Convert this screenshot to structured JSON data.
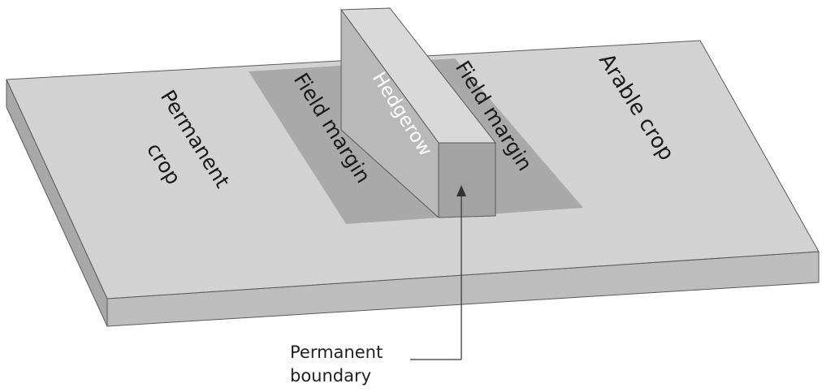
{
  "labels": {
    "permanent_crop_line1": "Perma­nent",
    "permanent_crop_line2": "crop",
    "field_margin_left": "Field margin",
    "hedgerow": "Hedgerow",
    "field_margin_right": "Field margin",
    "arable_crop": "Arable crop",
    "callout_line1": "Permanent",
    "callout_line2": "boundary"
  },
  "colors": {
    "slab_top": "#d2d2d2",
    "slab_left_side": "#a8a8a8",
    "slab_front": "#bdbdbd",
    "field_margin": "#a9a9a9",
    "hedgerow_front": "#a3a3a3",
    "hedgerow_top": "#d9d9d9",
    "hedgerow_side": "#b9b9b9",
    "outline": "#5a5a5a"
  }
}
